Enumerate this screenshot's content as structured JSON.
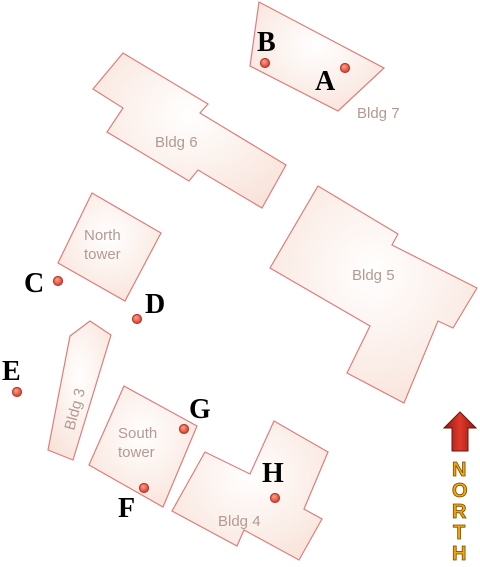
{
  "colors": {
    "building_fill": "#fbe9e1",
    "building_stroke": "#e07c7c",
    "label": "#b39a92",
    "marker": "#e25a48",
    "north_arrow": "#c9281c",
    "north_text": "#f2a60c"
  },
  "buildings": [
    {
      "id": "bldg7",
      "label": "Bldg 7"
    },
    {
      "id": "bldg6",
      "label": "Bldg 6"
    },
    {
      "id": "north-tower",
      "label_lines": [
        "North",
        "tower"
      ]
    },
    {
      "id": "bldg5",
      "label": "Bldg 5"
    },
    {
      "id": "bldg3",
      "label": "Bldg 3"
    },
    {
      "id": "south-tower",
      "label_lines": [
        "South",
        "tower"
      ]
    },
    {
      "id": "bldg4",
      "label": "Bldg 4"
    }
  ],
  "markers": [
    {
      "id": "A",
      "letter": "A"
    },
    {
      "id": "B",
      "letter": "B"
    },
    {
      "id": "C",
      "letter": "C"
    },
    {
      "id": "D",
      "letter": "D"
    },
    {
      "id": "E",
      "letter": "E"
    },
    {
      "id": "F",
      "letter": "F"
    },
    {
      "id": "G",
      "letter": "G"
    },
    {
      "id": "H",
      "letter": "H"
    }
  ],
  "compass": {
    "icon": "north-arrow-icon",
    "letters": [
      "N",
      "O",
      "R",
      "T",
      "H"
    ]
  }
}
